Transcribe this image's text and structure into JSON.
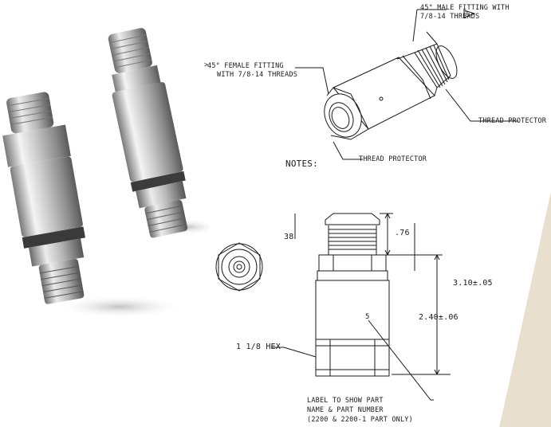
{
  "labels": {
    "male_fitting_line1": "45° MALE FITTING WITH",
    "male_fitting_line2": "7/8-14 THREADS",
    "male_note_number": "3",
    "female_fitting_line1": "45° FEMALE FITTING",
    "female_fitting_line2": "WITH 7/8-14 THREADS",
    "thread_protector_right": "THREAD PROTECTOR",
    "thread_protector_bottom": "THREAD PROTECTOR",
    "notes": "NOTES:",
    "dim_partial": "38",
    "dim_76": ".76",
    "dim_310": "3.10±.05",
    "dim_240": "2.40±.06",
    "hex": "1 1/8 HEX",
    "label_note_line1": "LABEL TO SHOW PART",
    "label_note_line2": "NAME & PART NUMBER",
    "label_note_line3": "(2200 & 2200-1 PART ONLY)",
    "label_leader_mark": "5"
  },
  "colors": {
    "line": "#1a1a1a",
    "accent_shape": "#e8dfcf",
    "metal_light": "#e9e9e9",
    "metal_dark": "#6a6a6a"
  }
}
